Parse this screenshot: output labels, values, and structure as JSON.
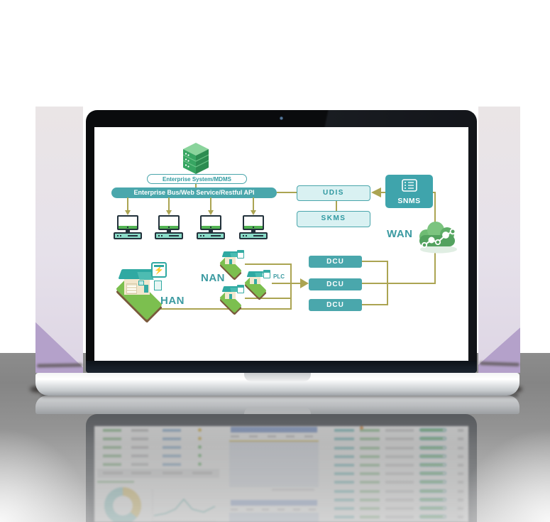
{
  "diagram": {
    "enterprise_system_label": "Enterprise System/MDMS",
    "enterprise_bus_label": "Enterprise Bus/Web Service/Restful API",
    "udis_label": "UDIS",
    "skms_label": "SKMS",
    "snms_label": "SNMS",
    "wan_label": "WAN",
    "nan_label": "NAN",
    "han_label": "HAN",
    "plc_label": "PLC",
    "dcu_labels": [
      "DCU",
      "DCU",
      "DCU"
    ],
    "workstation_count": 4,
    "nan_house_count": 3,
    "han_sign_glyph": "⚡"
  },
  "icons": {
    "server_stack": "server-stack-icon",
    "snms_icon": "server-list-icon",
    "wan_cloud": "network-cloud-icon",
    "workstation": "desktop-computer-icon",
    "han_house": "smart-home-icon",
    "nan_house": "small-house-icon",
    "camera": "webcam-dot"
  },
  "colors": {
    "teal_fill": "#4AA7AC",
    "teal_bright": "#3FA4AC",
    "teal_text": "#3B9AA1",
    "light_cyan": "#D9F1F2",
    "olive_line": "#ABA452",
    "cloud_green": "#53A25F",
    "mint": "#8ADCC8",
    "monitor_green": "#53B553",
    "house_base_green": "#7CBF4F",
    "roof_teal": "#2FA9A2",
    "lavender_band": "#E6E1EA",
    "purple_triangle": "#B4A1CA",
    "floor_gray": "#8C8C8C",
    "bezel_black": "#0A0B0D"
  },
  "reflection": {
    "left_table_rows": 5,
    "left_dot_colors": [
      "#dfb94a",
      "#dfb94a",
      "#6fbf6f",
      "#6fbf6f",
      "#6fbf6f"
    ],
    "header_cols": 4,
    "right_table_rows": 11,
    "right_pill_frac": 0.88,
    "pill_color": "#76C276",
    "bar_color": "#7E9AD2",
    "donut_colors": [
      "#E3C45C",
      "#8ED0CC"
    ]
  }
}
